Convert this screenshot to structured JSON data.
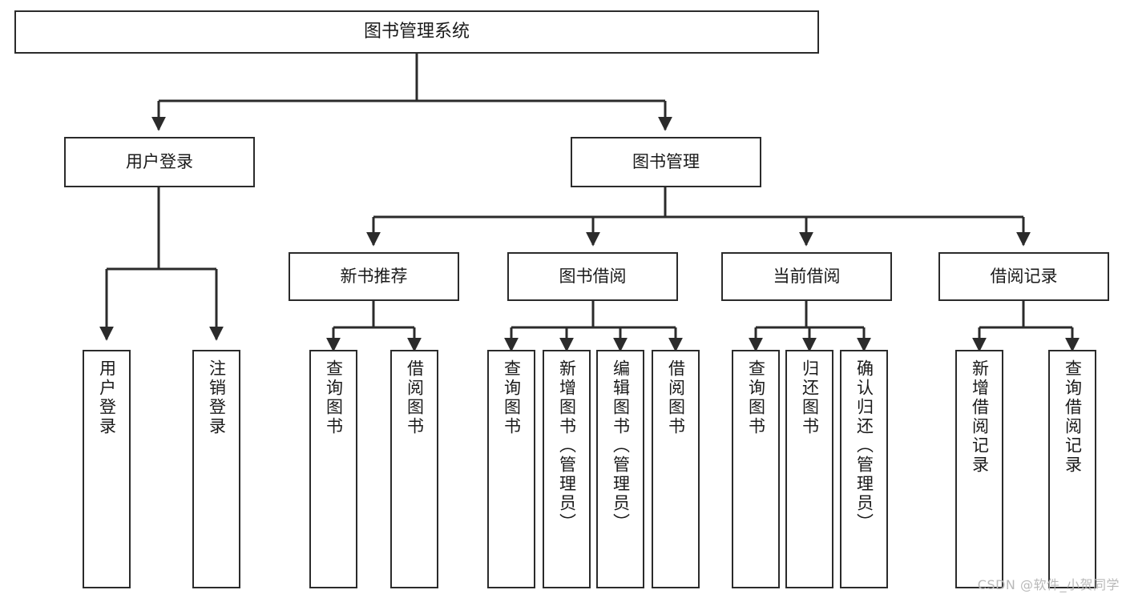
{
  "diagram": {
    "title": "图书管理系统",
    "type": "tree-hierarchy-chart",
    "watermark": "CSDN @软件_小贺同学",
    "colors": {
      "box_border": "#2b2b2b",
      "box_fill": "#ffffff",
      "connector": "#2b2b2b",
      "background": "#ffffff",
      "watermark": "#b9b9b9"
    }
  },
  "nodes": {
    "root": {
      "label": "图书管理系统"
    },
    "level2": [
      {
        "id": "user-login",
        "label": "用户登录"
      },
      {
        "id": "book-manage",
        "label": "图书管理"
      }
    ],
    "level3": [
      {
        "id": "new-book-recommend",
        "label": "新书推荐"
      },
      {
        "id": "book-borrow",
        "label": "图书借阅"
      },
      {
        "id": "current-borrow",
        "label": "当前借阅"
      },
      {
        "id": "borrow-record",
        "label": "借阅记录"
      }
    ],
    "leaves": {
      "user_login": [
        {
          "id": "leaf-user-login",
          "label": "用户登录"
        },
        {
          "id": "leaf-logout-login",
          "label": "注销登录"
        }
      ],
      "new_book_recommend": [
        {
          "id": "leaf-query-book-1",
          "label": "查询图书"
        },
        {
          "id": "leaf-borrow-book-1",
          "label": "借阅图书"
        }
      ],
      "book_borrow": [
        {
          "id": "leaf-query-book-2",
          "label": "查询图书"
        },
        {
          "id": "leaf-add-book",
          "label": "新增图书（管理员）"
        },
        {
          "id": "leaf-edit-book",
          "label": "编辑图书（管理员）"
        },
        {
          "id": "leaf-borrow-book-2",
          "label": "借阅图书"
        }
      ],
      "current_borrow": [
        {
          "id": "leaf-query-book-3",
          "label": "查询图书"
        },
        {
          "id": "leaf-return-book",
          "label": "归还图书"
        },
        {
          "id": "leaf-confirm-return",
          "label": "确认归还（管理员）"
        }
      ],
      "borrow_record": [
        {
          "id": "leaf-add-record",
          "label": "新增借阅记录"
        },
        {
          "id": "leaf-query-record",
          "label": "查询借阅记录"
        }
      ]
    }
  }
}
